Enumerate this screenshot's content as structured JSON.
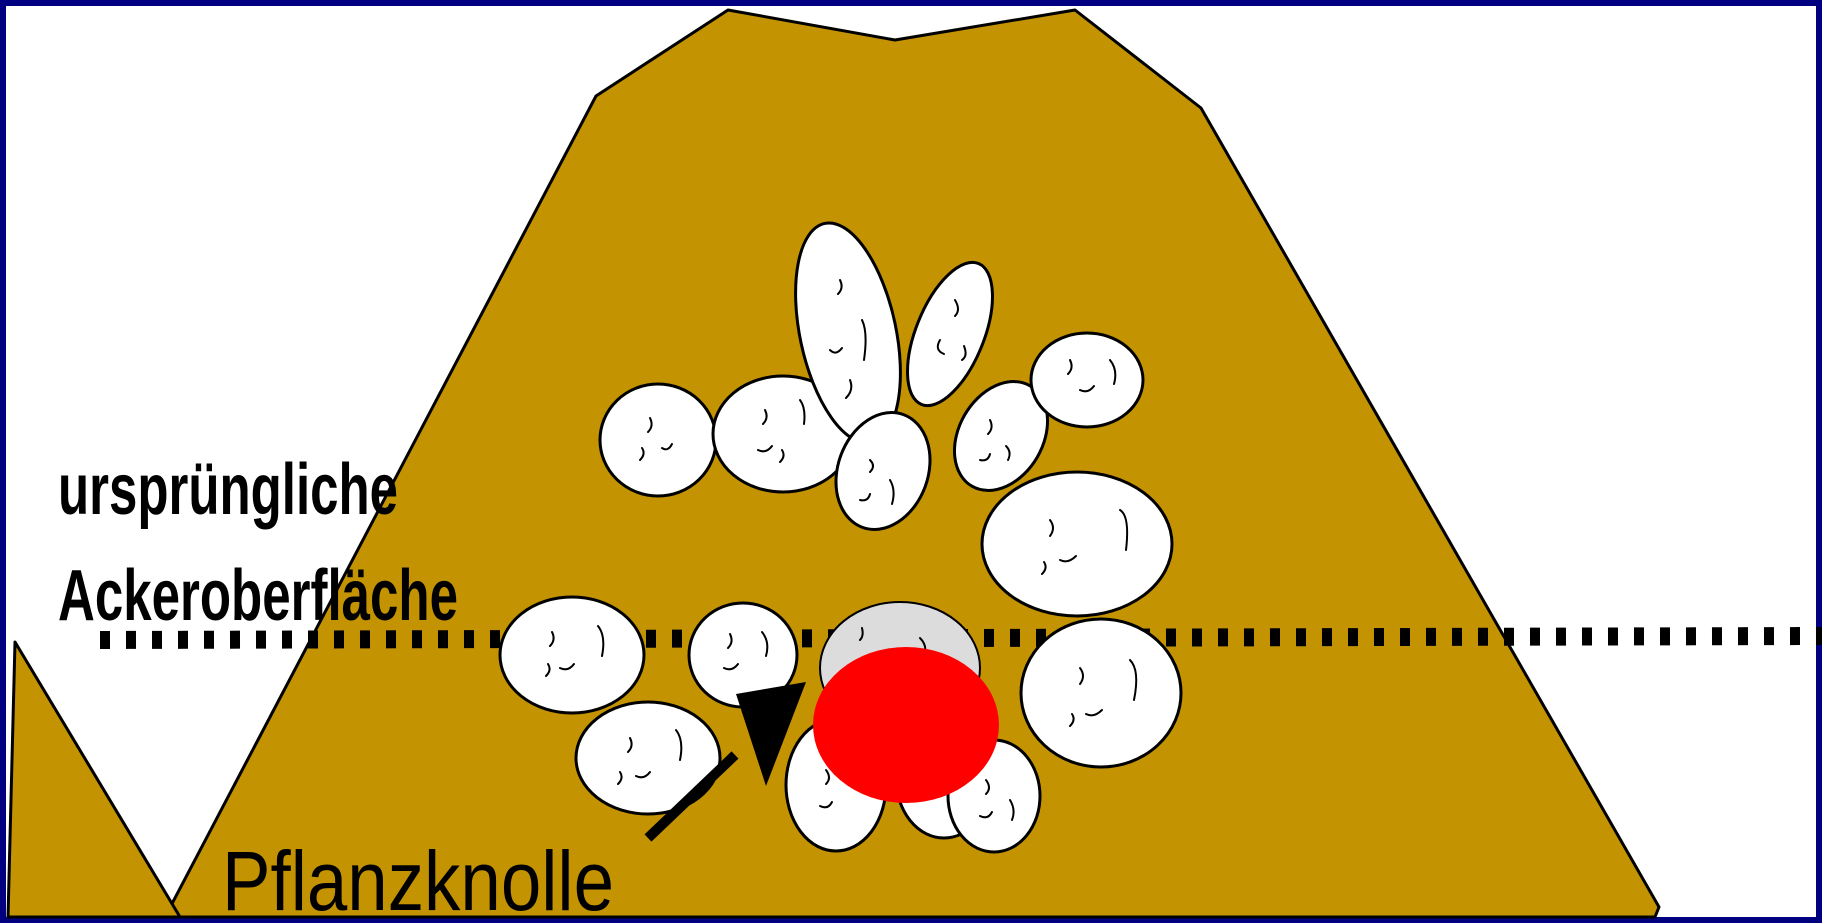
{
  "diagram": {
    "labels": {
      "original_surface_line1": "ursprüngliche",
      "original_surface_line2": "Ackeroberfläche",
      "seed_tuber": "Pflanzknolle"
    },
    "colors": {
      "frame": "#000080",
      "background": "#ffffff",
      "soil": "#C49302",
      "tuber": "#ffffff",
      "old_tuber": "#dcdcdc",
      "seed_tuber": "#ff0000",
      "outline": "#000000"
    }
  }
}
